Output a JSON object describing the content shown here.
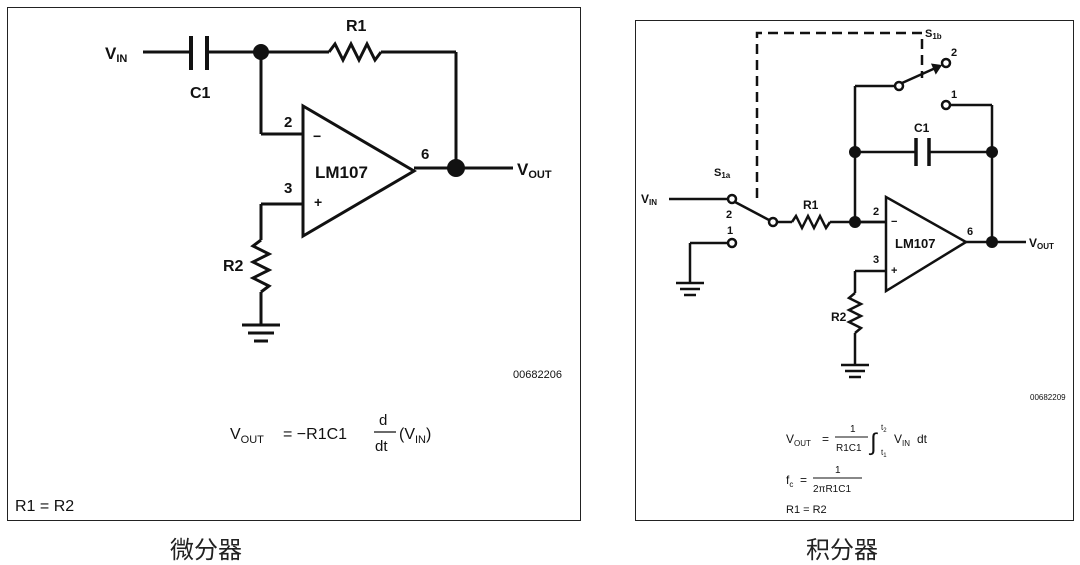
{
  "left_panel": {
    "labels": {
      "vin": "V",
      "vin_sub": "IN",
      "c1": "C1",
      "r1": "R1",
      "r2": "R2",
      "opamp": "LM107",
      "pin2": "2",
      "pin3": "3",
      "pin6": "6",
      "minus": "−",
      "plus": "+",
      "vout": "V",
      "vout_sub": "OUT"
    },
    "code": "00682206",
    "formula": {
      "lhs": "V",
      "lhs_sub": "OUT",
      "eq": "= −R1C1",
      "d_num": "d",
      "d_den": "dt",
      "arg": "(V",
      "arg_sub": "IN",
      "arg_close": ")"
    },
    "footnote": "R1 = R2"
  },
  "right_panel": {
    "labels": {
      "vin": "V",
      "vin_sub": "IN",
      "s1a": "S",
      "s1a_sub": "1a",
      "s1b": "S",
      "s1b_sub": "1b",
      "sw_a_2": "2",
      "sw_a_1": "1",
      "sw_b_2": "2",
      "sw_b_1": "1",
      "r1": "R1",
      "c1": "C1",
      "r2": "R2",
      "opamp": "LM107",
      "pin2": "2",
      "pin3": "3",
      "pin6": "6",
      "minus": "−",
      "plus": "+",
      "vout": "V",
      "vout_sub": "OUT"
    },
    "code": "00682209",
    "formula1": {
      "lhs": "V",
      "lhs_sub": "OUT",
      "eq": "=",
      "num": "1",
      "den": "R1C1",
      "t_upper": "t",
      "t_upper_sub": "2",
      "t_lower": "t",
      "t_lower_sub": "1",
      "integrand": "V",
      "integrand_sub": "IN",
      "dt": "dt"
    },
    "formula2": {
      "lhs": "f",
      "lhs_sub": "c",
      "eq": "=",
      "num": "1",
      "den": "2πR1C1"
    },
    "footnote": "R1 = R2"
  },
  "captions": {
    "left": "微分器",
    "right": "积分器"
  }
}
